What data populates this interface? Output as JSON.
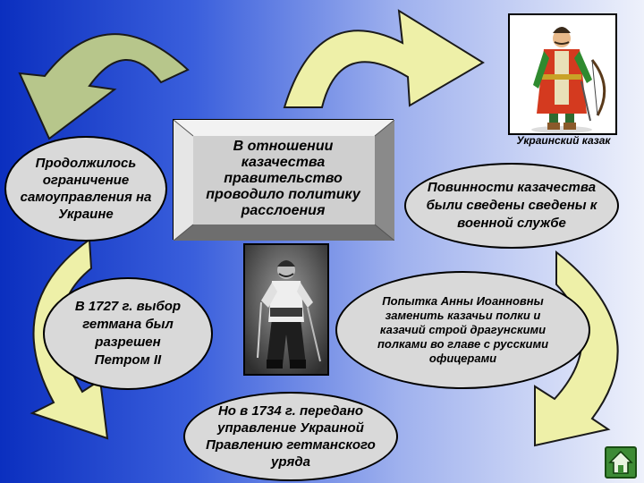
{
  "nodes": {
    "left_oval": "Продолжилось ограничение самоуправления на Украине",
    "center_box": "В отношении казачества правительство проводило политику расслоения",
    "photo_caption": "Украинский казак",
    "right_oval": "Повинности казачества были сведены сведены к военной службе",
    "bottom_left_oval": "В 1727 г. выбор гетмана был разрешен Петром II",
    "bottom_right_oval": "Попытка Анны Иоанновны заменить казачьи полки и казачий строй драгунскими полками во главе с русскими офицерами",
    "bottom_center_oval": "Но в 1734 г. передано управление Украиной Правлению гетманского уряда"
  },
  "colors": {
    "arrow_green": "#b7c68b",
    "arrow_yellow": "#eef0a8",
    "oval_fill": "#d9d9d9",
    "home_button": "#3d8b35"
  },
  "icons": {
    "home_button": "home-icon"
  }
}
